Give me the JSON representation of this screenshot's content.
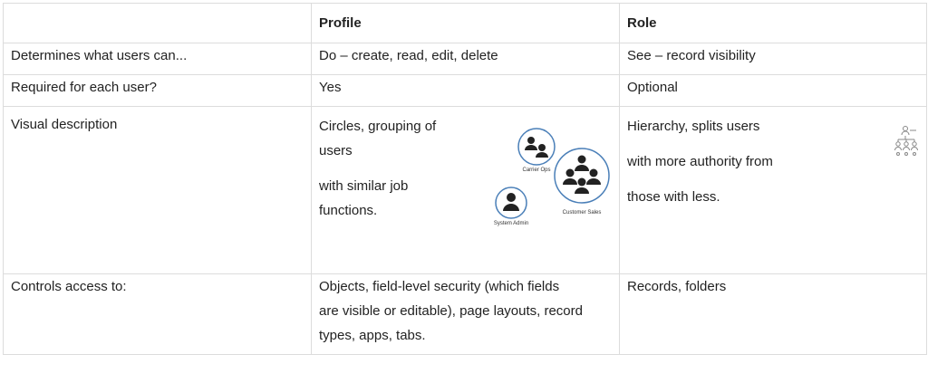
{
  "table": {
    "headers": [
      "",
      "Profile",
      "Role"
    ],
    "rows": [
      {
        "label": "Determines what users can...",
        "profile": "Do – create, read, edit, delete",
        "role": "See – record visibility"
      },
      {
        "label": "Required for each user?",
        "profile": "Yes",
        "role": "Optional"
      },
      {
        "label": "Visual description",
        "profile_lines": [
          "Circles, grouping of",
          "users",
          "with similar job",
          "functions."
        ],
        "role_lines": [
          "Hierarchy, splits users",
          "with more authority from",
          "those with less."
        ]
      },
      {
        "label": "Controls access to:",
        "profile_lines": [
          "Objects, field-level security (which fields",
          "are visible or editable), page layouts, record",
          "types, apps, tabs."
        ],
        "role": "Records, folders"
      }
    ]
  },
  "illustration": {
    "circle_labels": [
      "Carrier Ops",
      "Customer Sales",
      "System Admin"
    ],
    "icons": [
      "user-group-icon",
      "org-hierarchy-icon"
    ],
    "colors": {
      "circle_ring": "#4a7fb8",
      "person": "#222222",
      "hierarchy": "#888888"
    }
  }
}
